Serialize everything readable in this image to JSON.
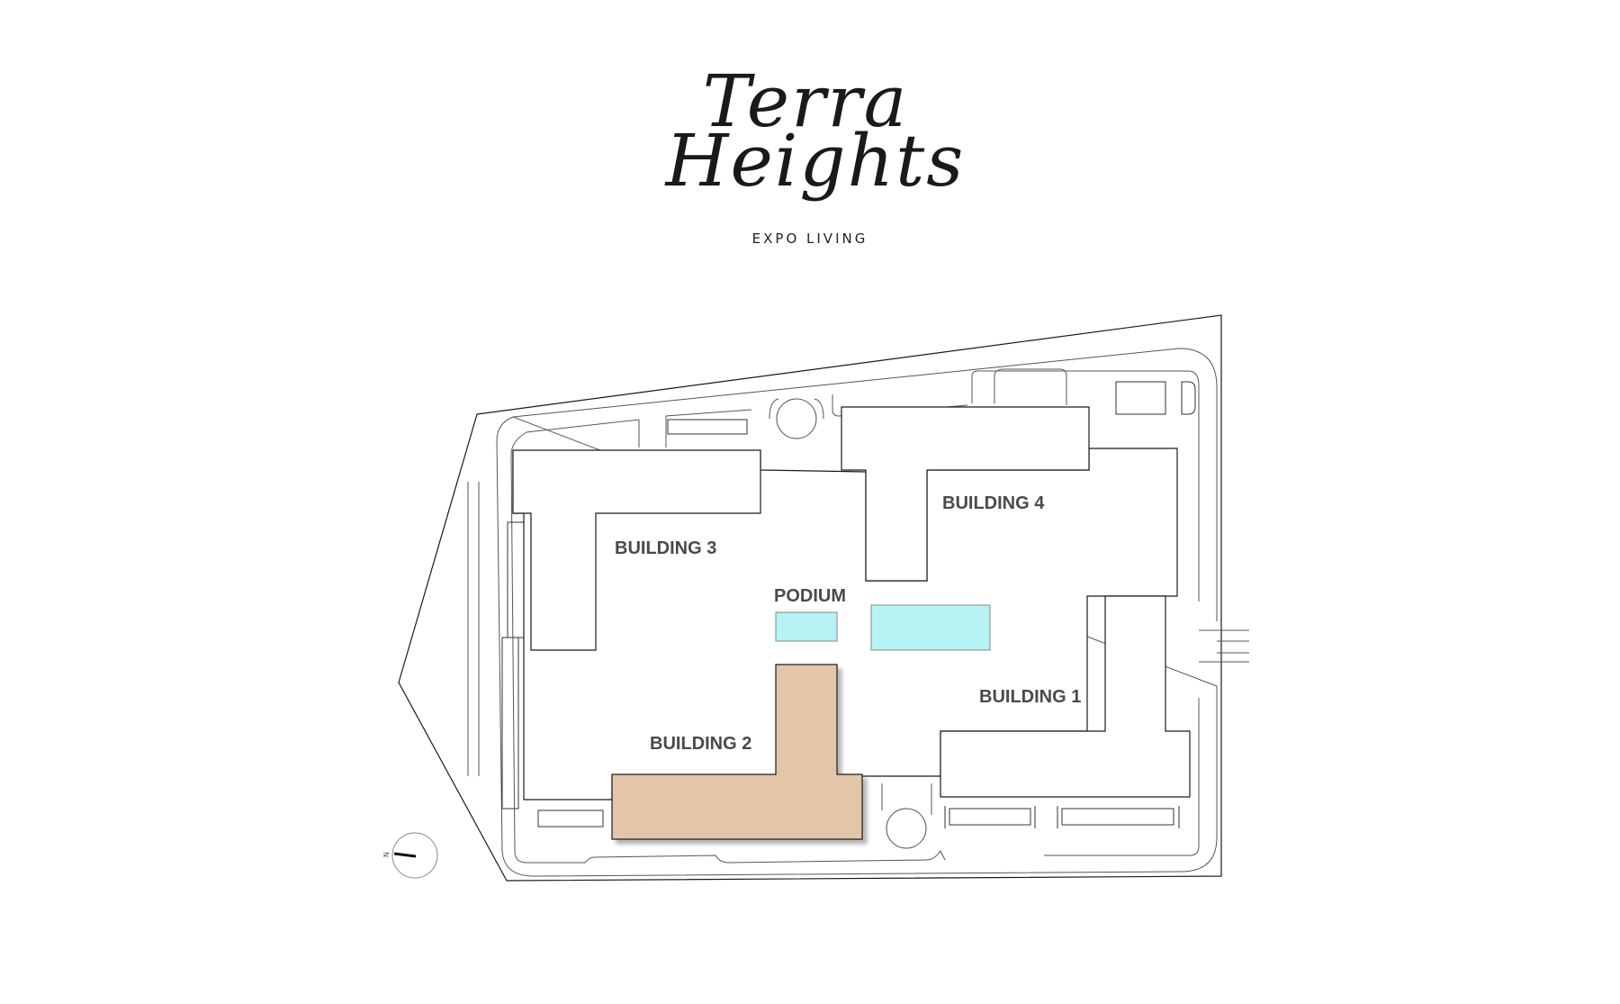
{
  "logo": {
    "line1": "Terra",
    "line2": "Heights",
    "tagline": "EXPO LIVING"
  },
  "plan": {
    "buildings": [
      {
        "id": "b1",
        "label": "BUILDING 1",
        "selected": false
      },
      {
        "id": "b2",
        "label": "BUILDING 2",
        "selected": true
      },
      {
        "id": "b3",
        "label": "BUILDING 3",
        "selected": false
      },
      {
        "id": "b4",
        "label": "BUILDING 4",
        "selected": false
      }
    ],
    "podium_label": "PODIUM",
    "compass_letter": "N"
  },
  "colors": {
    "selected": "#e3c6aa",
    "pool": "#b7f2f5",
    "outline": "#1a1a1a",
    "label": "#4a4a4a"
  },
  "icons": {
    "compass": "north-arrow-icon"
  }
}
